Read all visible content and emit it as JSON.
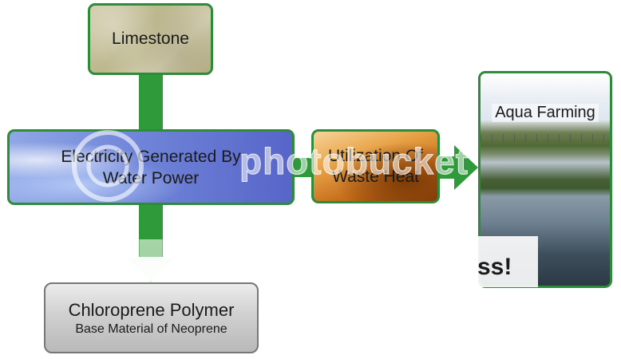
{
  "nodes": {
    "limestone": "Limestone",
    "electricity_line1": "Electricity Generated By",
    "electricity_line2": "Water Power",
    "waste_line1": "Utilization Of",
    "waste_line2": "Waste Heat",
    "aqua": "Aqua Farming",
    "chloroprene_title": "Chloroprene Polymer",
    "chloroprene_sub": "Base Material of Neoprene"
  },
  "watermark": {
    "text": "photobucket",
    "corner_text": "ss!"
  },
  "colors": {
    "arrow": "#2e9a3a",
    "border": "#2e8b3a"
  }
}
